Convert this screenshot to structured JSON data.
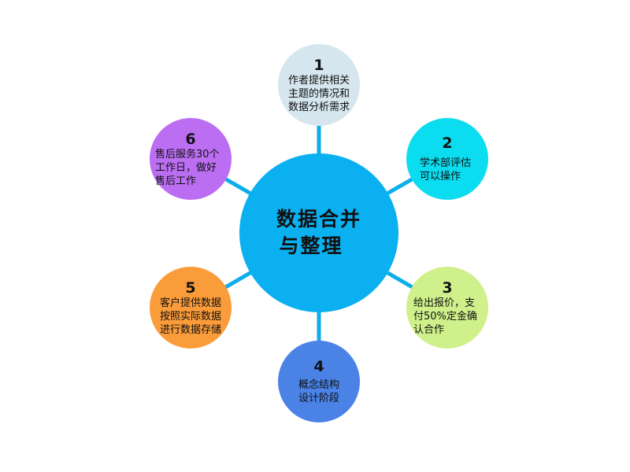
{
  "center": {
    "title_line1": "数据合并",
    "title_line2": "与整理",
    "color": "#0bb0f0"
  },
  "link_color": "#0baeea",
  "nodes": [
    {
      "number": "1",
      "text": "作者提供相关主题的情况和数据分析需求",
      "color": "#d5e6ef"
    },
    {
      "number": "2",
      "text": "学术部评估可以操作",
      "color": "#0bdcef"
    },
    {
      "number": "3",
      "text": "给出报价，支付50%定金确认合作",
      "color": "#cff08a"
    },
    {
      "number": "4",
      "text": "概念结构设计阶段",
      "color": "#4a82e6"
    },
    {
      "number": "5",
      "text": "客户提供数据按照实际数据进行数据存储",
      "color": "#fb9c3a"
    },
    {
      "number": "6",
      "text": "售后服务30个工作日，做好售后工作",
      "color": "#bb6ef2"
    }
  ]
}
